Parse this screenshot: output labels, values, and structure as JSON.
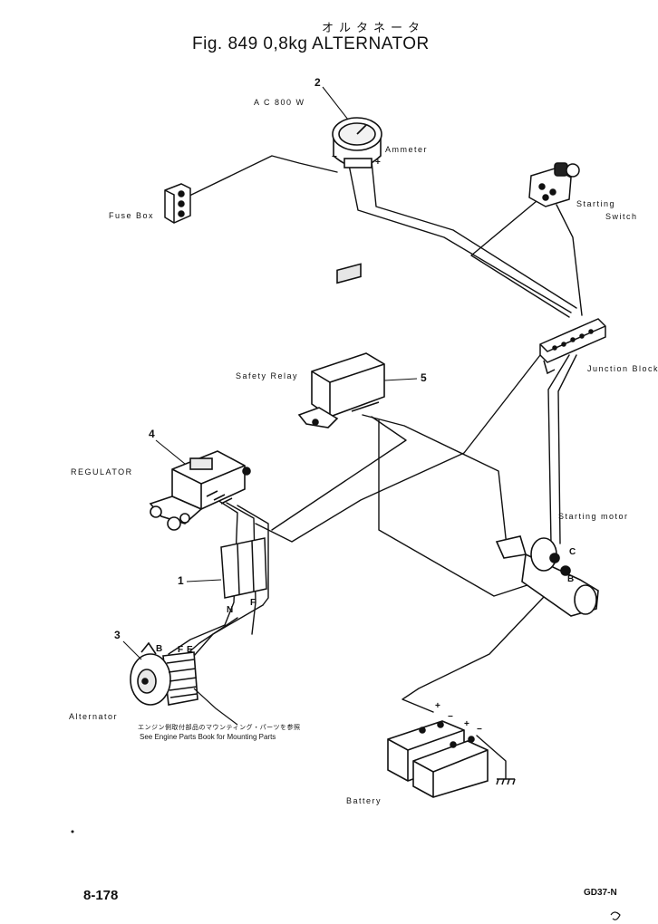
{
  "header": {
    "title_jp": "オルタネータ",
    "title": "Fig. 849  0,8kg ALTERNATOR"
  },
  "labels": {
    "ac_800w": "A C 800 W",
    "ammeter": "Ammeter",
    "fuse_box": "Fuse Box",
    "starting_switch_1": "Starting",
    "starting_switch_2": "Switch",
    "junction_block": "Junction Block",
    "safety_relay": "Safety Relay",
    "regulator": "REGULATOR",
    "starting_motor": "Starting motor",
    "alternator": "Alternator",
    "battery": "Battery",
    "mounting_jp": "エンジン側取付部品のマウンティング・パーツを参照",
    "mounting_en": "See Engine Parts Book for Mounting Parts"
  },
  "part_numbers": {
    "p1": "1",
    "p2": "2",
    "p3": "3",
    "p4": "4",
    "p5": "5"
  },
  "terminals": {
    "ammeter_minus": "−",
    "ammeter_plus": "+",
    "motor_c": "C",
    "motor_b": "B",
    "alt_b": "B",
    "alt_f": "F",
    "alt_e": "E",
    "harness_n": "N",
    "harness_f": "F",
    "battery_plus_1": "+",
    "battery_minus_1": "−",
    "battery_plus_2": "+",
    "battery_minus_2": "−"
  },
  "footer": {
    "page": "8-178",
    "model": "GD37-N"
  }
}
